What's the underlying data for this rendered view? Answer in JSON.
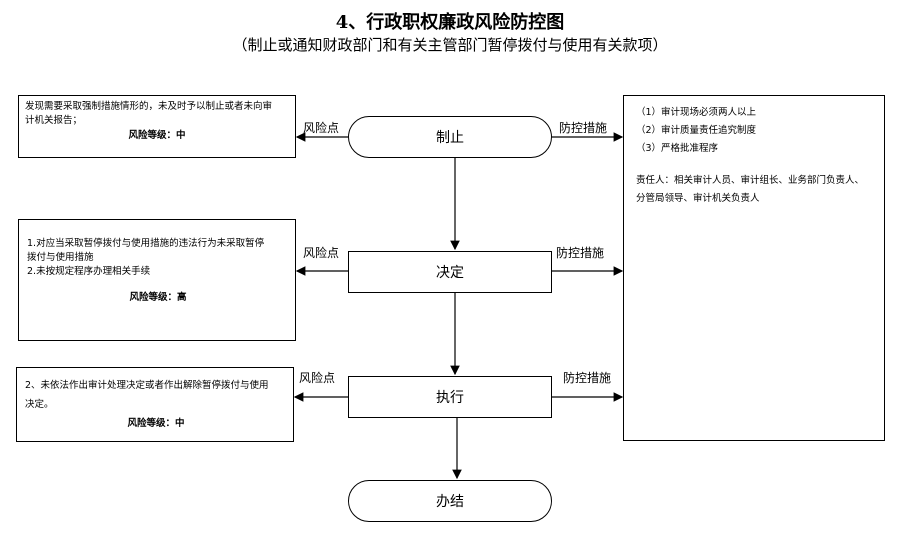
{
  "header": {
    "title": "4、行政职权廉政风险防控图",
    "subtitle": "（制止或通知财政部门和有关主管部门暂停拨付与使用有关款项）"
  },
  "nodes": {
    "stop": "制止",
    "decide": "决定",
    "execute": "执行",
    "finish": "办结"
  },
  "labels": {
    "risk_point": "风险点",
    "control_measure": "防控措施"
  },
  "risk_boxes": [
    {
      "lines": [
        "发现需要采取强制措施情形的，未及时予以制止或者未向审",
        "计机关报告；"
      ],
      "level": "风险等级：中"
    },
    {
      "lines": [
        "1.对应当采取暂停拨付与使用措施的违法行为未采取暂停",
        "拨付与使用措施",
        "2.未按规定程序办理相关手续"
      ],
      "level": "风险等级：高"
    },
    {
      "lines": [
        "2、未依法作出审计处理决定或者作出解除暂停拨付与使用",
        "决定。"
      ],
      "level": "风险等级：中"
    }
  ],
  "measures": {
    "items": [
      "（1）审计现场必须两人以上",
      "（2）审计质量责任追究制度",
      "（3）严格批准程序"
    ],
    "responsible": [
      "责任人：相关审计人员、审计组长、业务部门负责人、",
      "分管局领导、审计机关负责人"
    ]
  }
}
